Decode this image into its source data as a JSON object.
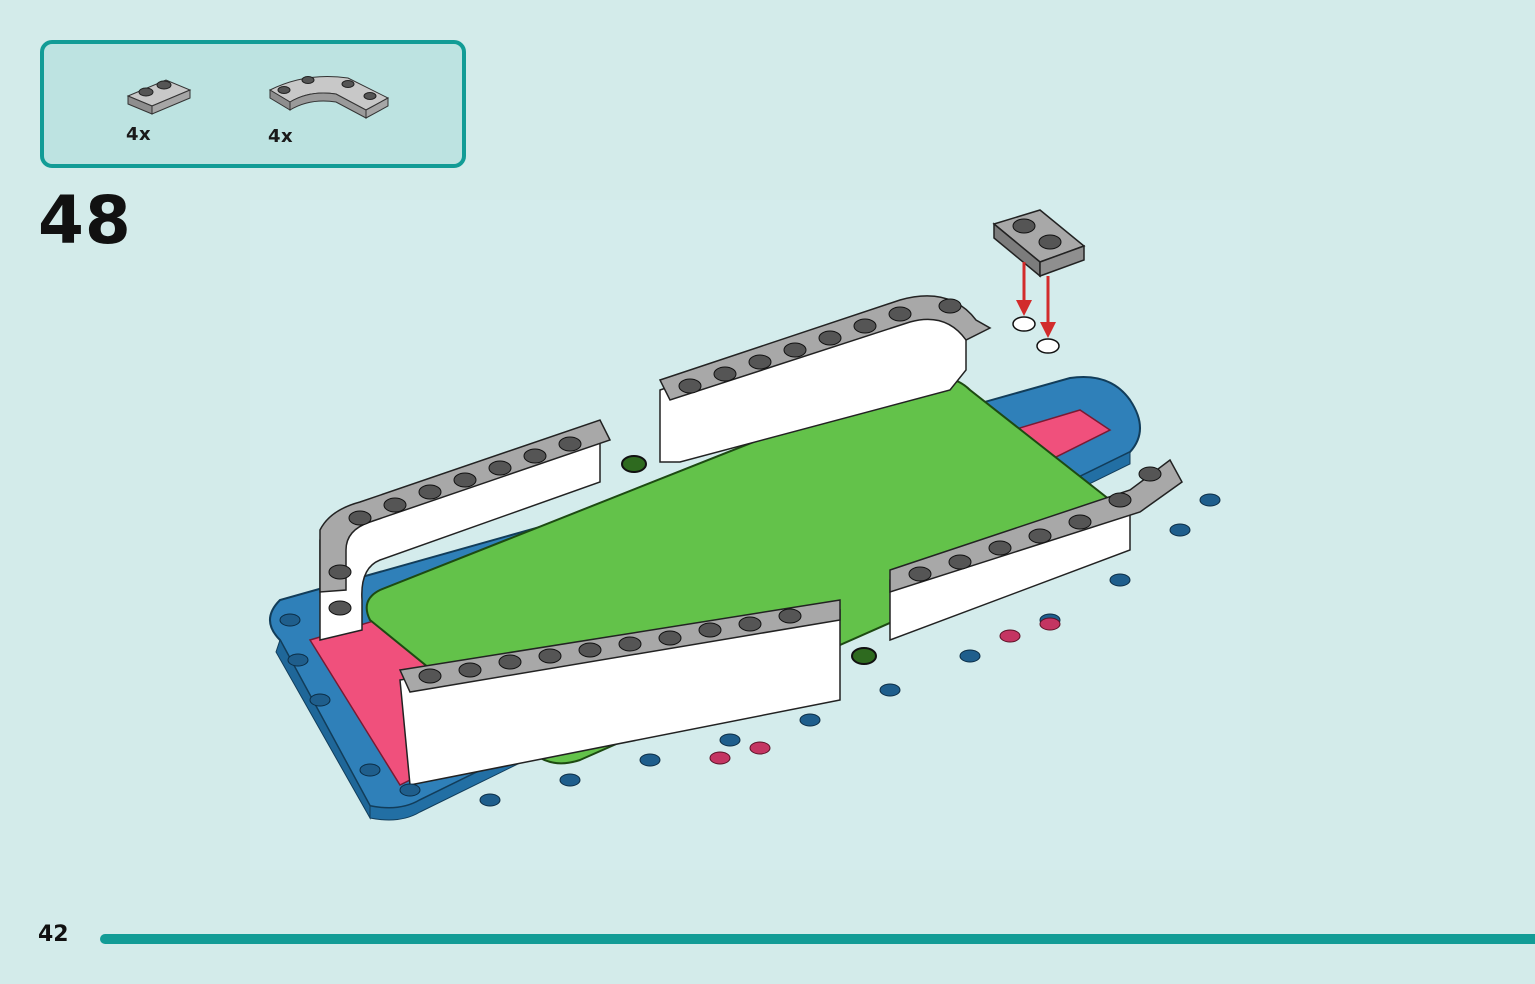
{
  "page": {
    "number": "42",
    "background_color": "#d3ebea",
    "accent_color": "#129c96"
  },
  "parts_list": {
    "items": [
      {
        "name": "plate-1x2-light-gray",
        "quantity": "4x",
        "color": "#a3a3a3"
      },
      {
        "name": "plate-round-corner-light-gray",
        "quantity": "4x",
        "color": "#a3a3a3"
      }
    ]
  },
  "step": {
    "number": "48"
  },
  "model": {
    "colors": {
      "base_blue": "#2f80b9",
      "stud_blue": "#1f5e8c",
      "pink": "#f0507c",
      "white": "#ffffff",
      "gray": "#a8a8a8",
      "gray_dark": "#5a5a5a",
      "green": "#63c24a",
      "arrow_red": "#d22b2b"
    },
    "instruction": "place-plate-arrow-icon"
  }
}
